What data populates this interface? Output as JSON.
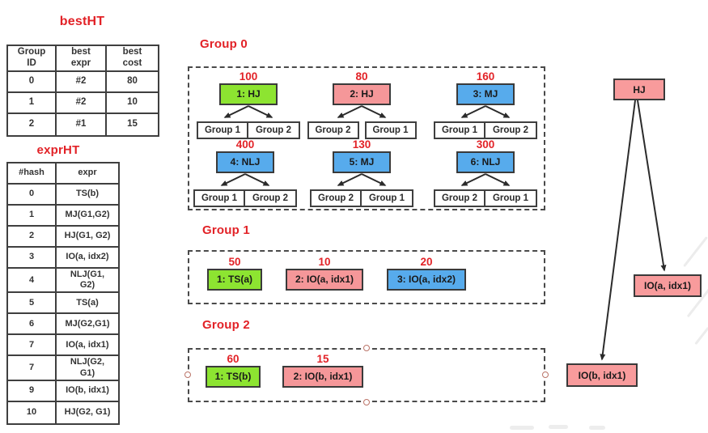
{
  "colors": {
    "accent_red": "#e22227",
    "node_green": "#8de431",
    "node_pink": "#f59799",
    "node_blue": "#57abec",
    "line_dark": "#2b2b2b"
  },
  "bestHT": {
    "title": "bestHT",
    "headers": [
      "Group\nID",
      "best\nexpr",
      "best\ncost"
    ],
    "rows": [
      [
        "0",
        "#2",
        "80"
      ],
      [
        "1",
        "#2",
        "10"
      ],
      [
        "2",
        "#1",
        "15"
      ]
    ]
  },
  "exprHT": {
    "title": "exprHT",
    "headers": [
      "#hash",
      "expr"
    ],
    "rows": [
      [
        "0",
        "TS(b)"
      ],
      [
        "1",
        "MJ(G1,G2)"
      ],
      [
        "2",
        "HJ(G1, G2)"
      ],
      [
        "3",
        "IO(a, idx2)"
      ],
      [
        "4",
        "NLJ(G1, G2)"
      ],
      [
        "5",
        "TS(a)"
      ],
      [
        "6",
        "MJ(G2,G1)"
      ],
      [
        "7",
        "IO(a, idx1)"
      ],
      [
        "7",
        "NLJ(G2, G1)"
      ],
      [
        "9",
        "IO(b, idx1)"
      ],
      [
        "10",
        "HJ(G2, G1)"
      ]
    ]
  },
  "group0": {
    "title": "Group 0",
    "nodes": [
      {
        "cost": "100",
        "label": "1: HJ",
        "children": [
          "Group 1",
          "Group 2"
        ]
      },
      {
        "cost": "80",
        "label": "2: HJ",
        "children": [
          "Group 2",
          "Group 1"
        ]
      },
      {
        "cost": "160",
        "label": "3: MJ",
        "children": [
          "Group 1",
          "Group 2"
        ]
      },
      {
        "cost": "400",
        "label": "4: NLJ",
        "children": [
          "Group 1",
          "Group 2"
        ]
      },
      {
        "cost": "130",
        "label": "5: MJ",
        "children": [
          "Group 2",
          "Group 1"
        ]
      },
      {
        "cost": "300",
        "label": "6: NLJ",
        "children": [
          "Group 2",
          "Group 1"
        ]
      }
    ]
  },
  "group1": {
    "title": "Group 1",
    "nodes": [
      {
        "cost": "50",
        "label": "1: TS(a)"
      },
      {
        "cost": "10",
        "label": "2: IO(a, idx1)"
      },
      {
        "cost": "20",
        "label": "3: IO(a, idx2)"
      }
    ]
  },
  "group2": {
    "title": "Group 2",
    "nodes": [
      {
        "cost": "60",
        "label": "1: TS(b)"
      },
      {
        "cost": "15",
        "label": "2: IO(b, idx1)"
      }
    ]
  },
  "plan_tree": {
    "root": "HJ",
    "right_child": "IO(a, idx1)",
    "left_child": "IO(b, idx1)"
  }
}
